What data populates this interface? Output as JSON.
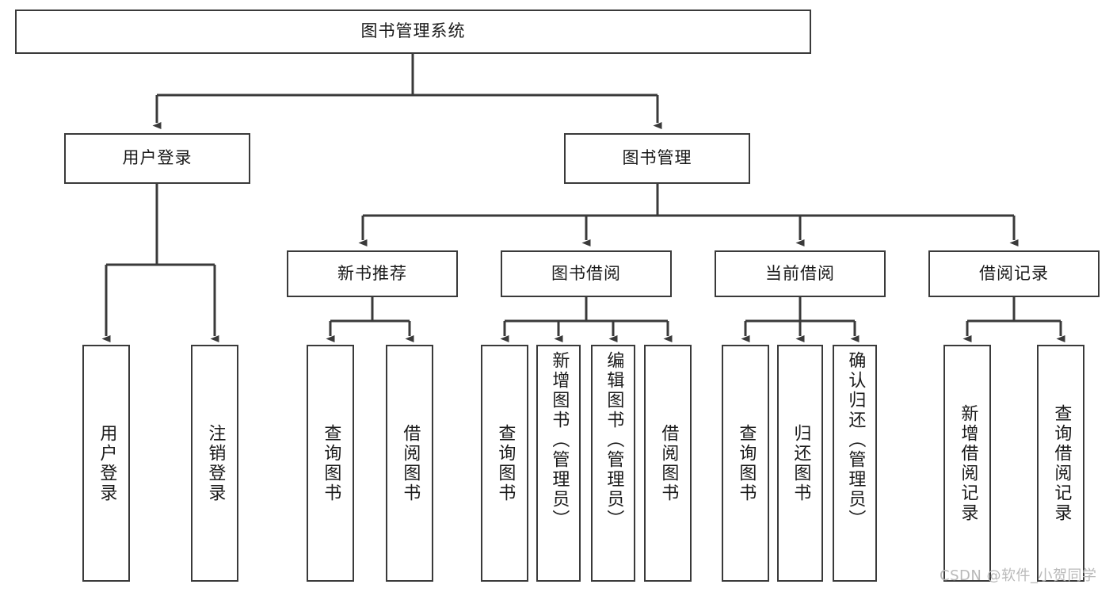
{
  "diagram": {
    "type": "tree-hierarchy-diagram",
    "title": "图书管理系统",
    "colors": {
      "background": "#ffffff",
      "box_border": "#3a3a3a",
      "box_fill": "#ffffff",
      "edge": "#3a3a3a",
      "text": "#1a1a1a",
      "watermark": "#b9b9b9"
    },
    "root": {
      "label": "图书管理系统"
    },
    "level2": [
      {
        "label": "用户登录"
      },
      {
        "label": "图书管理"
      }
    ],
    "level3": [
      {
        "label": "新书推荐"
      },
      {
        "label": "图书借阅"
      },
      {
        "label": "当前借阅"
      },
      {
        "label": "借阅记录"
      }
    ],
    "leaves": {
      "user_login": [
        {
          "label": "用户登录"
        },
        {
          "label": "注销登录"
        }
      ],
      "new_book_recommend": [
        {
          "label": "查询图书"
        },
        {
          "label": "借阅图书"
        }
      ],
      "book_borrow": [
        {
          "label": "查询图书"
        },
        {
          "label": "新增图书（管理员）"
        },
        {
          "label": "编辑图书（管理员）"
        },
        {
          "label": "借阅图书"
        }
      ],
      "current_borrow": [
        {
          "label": "查询图书"
        },
        {
          "label": "归还图书"
        },
        {
          "label": "确认归还（管理员）"
        }
      ],
      "borrow_record": [
        {
          "label": "新增借阅记录"
        },
        {
          "label": "查询借阅记录"
        }
      ]
    },
    "watermark": "CSDN @软件_小贺同学"
  }
}
